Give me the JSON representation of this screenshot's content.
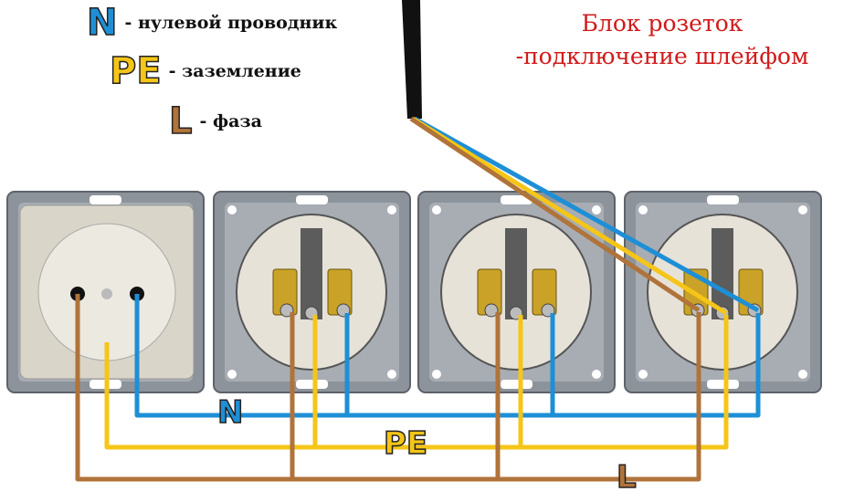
{
  "legend": [
    {
      "symbol": "N",
      "text": "- нулевой проводник",
      "color": "#1e8fd6"
    },
    {
      "symbol": "PE",
      "text": "- заземление",
      "color": "#f5c518"
    },
    {
      "symbol": "L",
      "text": "- фаза",
      "color": "#b0733a"
    }
  ],
  "title": {
    "line1": "Блок розеток",
    "line2": "-подключение шлейфом",
    "color": "#d11a1a"
  },
  "wire_labels": {
    "n": "N",
    "pe": "PE",
    "l": "L"
  }
}
